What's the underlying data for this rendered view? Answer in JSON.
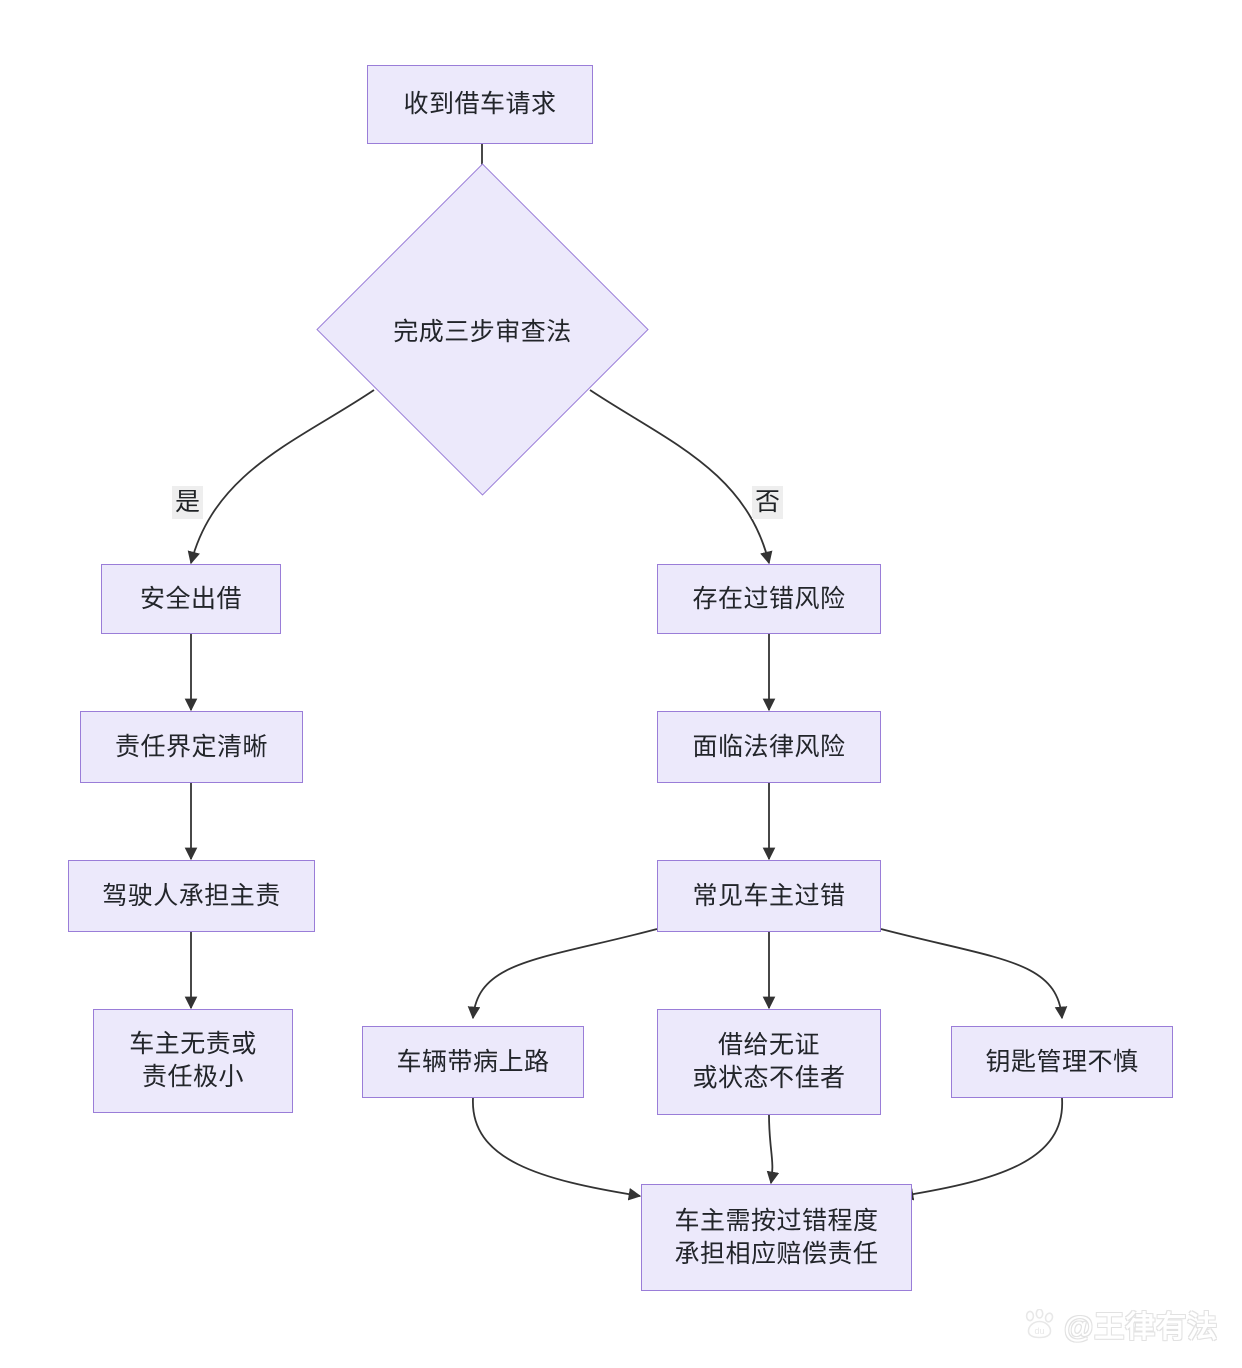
{
  "diagram": {
    "type": "flowchart",
    "direction": "top-down",
    "background_color": "#ffffff",
    "node_fill_color": "#ece9fb",
    "node_border_color": "#9a7dd8",
    "edge_color": "#333333",
    "text_color": "#22252a",
    "nodes": [
      {
        "id": "start",
        "shape": "rect",
        "label": "收到借车请求"
      },
      {
        "id": "decision",
        "shape": "diamond",
        "label": "完成三步审查法"
      },
      {
        "id": "safe",
        "shape": "rect",
        "label": "安全出借"
      },
      {
        "id": "clear",
        "shape": "rect",
        "label": "责任界定清晰"
      },
      {
        "id": "driver",
        "shape": "rect",
        "label": "驾驶人承担主责"
      },
      {
        "id": "owner_free",
        "shape": "rect",
        "label": "车主无责或\n责任极小"
      },
      {
        "id": "risk",
        "shape": "rect",
        "label": "存在过错风险"
      },
      {
        "id": "legal",
        "shape": "rect",
        "label": "面临法律风险"
      },
      {
        "id": "faults",
        "shape": "rect",
        "label": "常见车主过错"
      },
      {
        "id": "fault_car",
        "shape": "rect",
        "label": "车辆带病上路"
      },
      {
        "id": "fault_lend",
        "shape": "rect",
        "label": "借给无证\n或状态不佳者"
      },
      {
        "id": "fault_key",
        "shape": "rect",
        "label": "钥匙管理不慎"
      },
      {
        "id": "compensate",
        "shape": "rect",
        "label": "车主需按过错程度\n承担相应赔偿责任"
      }
    ],
    "edge_labels": {
      "yes": "是",
      "no": "否"
    },
    "edges": [
      {
        "from": "start",
        "to": "decision",
        "label": ""
      },
      {
        "from": "decision",
        "to": "safe",
        "label": "是"
      },
      {
        "from": "decision",
        "to": "risk",
        "label": "否"
      },
      {
        "from": "safe",
        "to": "clear",
        "label": ""
      },
      {
        "from": "clear",
        "to": "driver",
        "label": ""
      },
      {
        "from": "driver",
        "to": "owner_free",
        "label": ""
      },
      {
        "from": "risk",
        "to": "legal",
        "label": ""
      },
      {
        "from": "legal",
        "to": "faults",
        "label": ""
      },
      {
        "from": "faults",
        "to": "fault_car",
        "label": ""
      },
      {
        "from": "faults",
        "to": "fault_lend",
        "label": ""
      },
      {
        "from": "faults",
        "to": "fault_key",
        "label": ""
      },
      {
        "from": "fault_car",
        "to": "compensate",
        "label": ""
      },
      {
        "from": "fault_lend",
        "to": "compensate",
        "label": ""
      },
      {
        "from": "fault_key",
        "to": "compensate",
        "label": ""
      }
    ]
  },
  "watermark": {
    "icon": "baidu-paw-icon",
    "text": "@王律有法"
  }
}
